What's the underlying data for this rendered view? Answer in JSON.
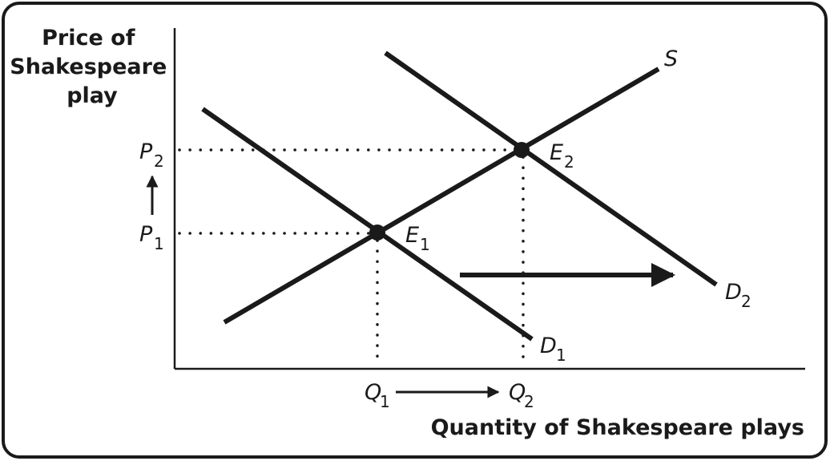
{
  "axes": {
    "y_label_lines": [
      "Price of",
      "Shakespeare",
      "play"
    ],
    "x_label": "Quantity of Shakespeare plays"
  },
  "curves": {
    "supply": {
      "label": "S"
    },
    "demand_initial": {
      "label": "D",
      "sub": "1"
    },
    "demand_new": {
      "label": "D",
      "sub": "2"
    }
  },
  "equilibria": {
    "initial": {
      "label": "E",
      "sub": "1"
    },
    "new": {
      "label": "E",
      "sub": "2"
    }
  },
  "price_ticks": {
    "initial": {
      "label": "P",
      "sub": "1"
    },
    "new": {
      "label": "P",
      "sub": "2"
    }
  },
  "quantity_ticks": {
    "initial": {
      "label": "Q",
      "sub": "1"
    },
    "new": {
      "label": "Q",
      "sub": "2"
    }
  }
}
